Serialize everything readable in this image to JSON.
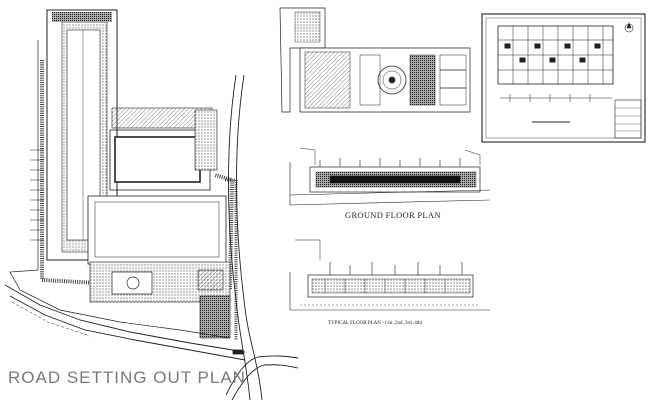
{
  "titles": {
    "road_setting_out_plan": "ROAD SETTING OUT PLAN",
    "ground_floor_plan": "GROUND FLOOR PLAN",
    "typical_floor_plan": "TYPICAL FLOOR PLAN - (1st ,2nd ,3rd ,4th)"
  },
  "colors": {
    "line": "#222222",
    "hatch": "#555555",
    "paper": "#ffffff"
  },
  "icons": [
    "north-arrow-icon",
    "title-block"
  ]
}
